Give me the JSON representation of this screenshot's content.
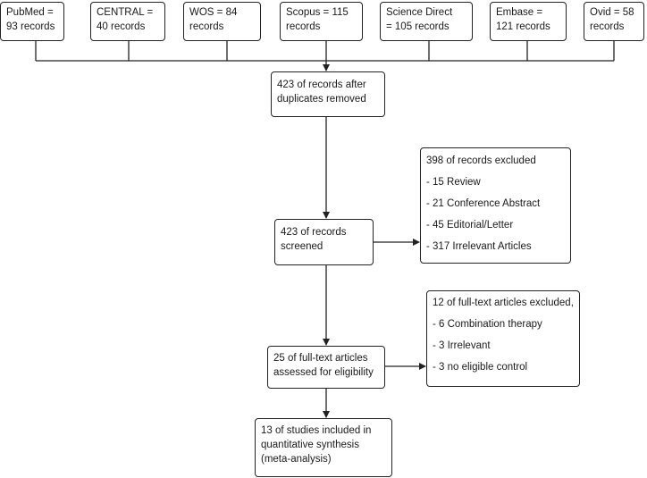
{
  "sources": [
    {
      "text": "PubMed =\n93 records"
    },
    {
      "text": "CENTRAL =\n40 records"
    },
    {
      "text": "WOS = 84\nrecords"
    },
    {
      "text": "Scopus = 115\nrecords"
    },
    {
      "text": "Science Direct\n= 105 records"
    },
    {
      "text": "Embase =\n121 records"
    },
    {
      "text": "Ovid = 58\nrecords"
    }
  ],
  "after_duplicates": {
    "text": "423 of records after\nduplicates removed"
  },
  "screened": {
    "text": "423 of records\nscreened"
  },
  "excluded_records": {
    "title": "398 of records excluded",
    "items": [
      "- 15 Review",
      "- 21 Conference Abstract",
      "- 45 Editorial/Letter",
      "- 317 Irrelevant Articles"
    ]
  },
  "fulltext": {
    "text": "25 of full-text articles\nassessed for eligibility"
  },
  "excluded_fulltext": {
    "title": "12 of full-text articles excluded,",
    "items": [
      "- 6 Combination therapy",
      "- 3 Irrelevant",
      "- 3 no eligible control"
    ]
  },
  "included": {
    "text": "13 of studies included in\nquantitative synthesis\n(meta-analysis)"
  }
}
